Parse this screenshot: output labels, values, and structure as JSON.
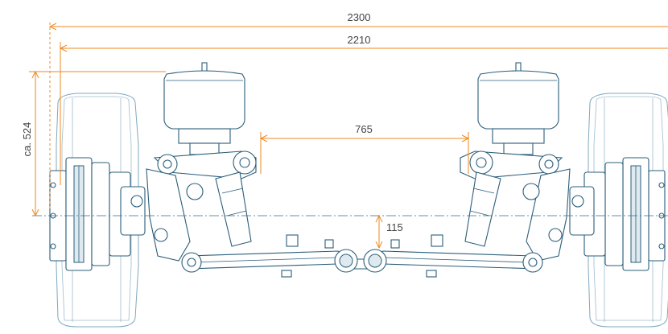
{
  "dimensions": {
    "overall_width": "2300",
    "track_width": "2210",
    "spring_spacing": "765",
    "height_label": "ca. 524",
    "ground_clearance": "115"
  },
  "colors": {
    "dimension_lines": "#ef8a1f",
    "drawing_outline": "#2b5e7a",
    "text": "#444444"
  }
}
